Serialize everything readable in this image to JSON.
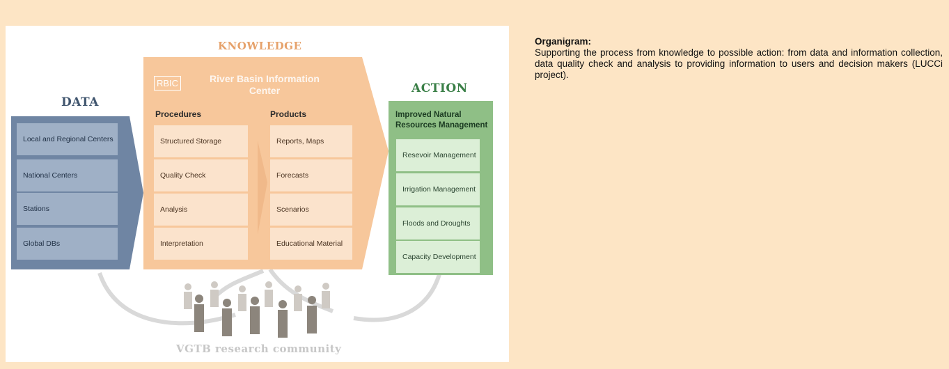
{
  "caption": {
    "title": "Organigram:",
    "body": "Supporting the process from knowledge to possible action: from data and information collection, data quality check and analysis to providing information to users and decision makers (LUCCi project)."
  },
  "diagram": {
    "knowledge_title": "KNOWLEDGE",
    "data_title": "DATA",
    "action_title": "ACTION",
    "rbic_abbrev": "RBIC",
    "rbic_name": "River Basin Information Center",
    "procedures_title": "Procedures",
    "products_title": "Products",
    "action_subtitle": "Improved Natural Resources Management",
    "data_items": [
      "Local and Regional Centers",
      "National Centers",
      "Stations",
      "Global DBs"
    ],
    "procedure_items": [
      "Structured Storage",
      "Quality Check",
      "Analysis",
      "Interpretation"
    ],
    "product_items": [
      "Reports, Maps",
      "Forecasts",
      "Scenarios",
      "Educational Material"
    ],
    "action_items": [
      "Resevoir Management",
      "Irrigation Management",
      "Floods and Droughts",
      "Capacity Development"
    ],
    "community_label": "VGTB research community"
  },
  "colors": {
    "page_bg": "#fde5c5",
    "data_block": "#6f85a3",
    "knowledge_block": "#f7c79b",
    "action_block": "#8fbf86",
    "people_dark": "#8c857c",
    "people_light": "#cfcac4"
  }
}
